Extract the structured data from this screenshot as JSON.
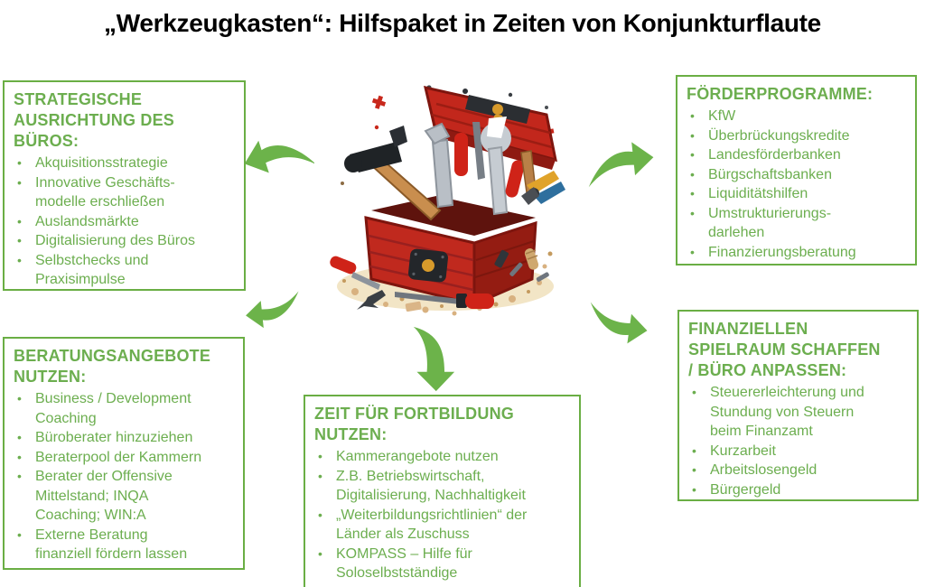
{
  "title": "„Werkzeugkasten“: Hilfspaket in Zeiten von Konjunkturflaute",
  "colors": {
    "green_text": "#6cae4f",
    "green_border": "#6aae44",
    "green_arrow": "#6cb34a",
    "title_color": "#000000"
  },
  "center_image": {
    "name": "toolbox-illustration",
    "description": "Red open toolbox filled with tools (hammer, wrenches, screwdrivers, pliers) on wood shavings"
  },
  "boxes": {
    "strategie": {
      "title": "STRATEGISCHE\nAUSRICHTUNG DES\nBÜROS:",
      "items": [
        "Akquisitionsstrategie",
        "Innovative Geschäfts-\nmodelle erschließen",
        "Auslandsmärkte",
        "Digitalisierung des Büros",
        "Selbstchecks und\nPraxisimpulse"
      ]
    },
    "foerderprogramme": {
      "title": "FÖRDERPROGRAMME:",
      "items": [
        "KfW",
        "Überbrückungskredite",
        "Landesförderbanken",
        "Bürgschaftsbanken",
        "Liquiditätshilfen",
        "Umstrukturierungs-\ndarlehen",
        "Finanzierungsberatung"
      ]
    },
    "beratung": {
      "title": "BERATUNGSANGEBOTE\nNUTZEN:",
      "items": [
        "Business / Development\nCoaching",
        "Büroberater hinzuziehen",
        "Beraterpool der Kammern",
        "Berater der Offensive\nMittelstand; INQA\nCoaching; WIN:A",
        "Externe Beratung\nfinanziell fördern lassen"
      ]
    },
    "fortbildung": {
      "title": "ZEIT FÜR FORTBILDUNG\nNUTZEN:",
      "items": [
        "Kammerangebote nutzen",
        "Z.B. Betriebswirtschaft,\nDigitalisierung, Nachhaltigkeit",
        "„Weiterbildungsrichtlinien“ der\nLänder als Zuschuss",
        "KOMPASS – Hilfe für\nSoloselbstständige"
      ]
    },
    "finanzen": {
      "title": "FINANZIELLEN\nSPIELRAUM SCHAFFEN\n/ BÜRO ANPASSEN:",
      "items": [
        "Steuererleichterung und\nStundung von Steuern\nbeim Finanzamt",
        "Kurzarbeit",
        "Arbeitslosengeld",
        "Bürgergeld"
      ]
    }
  }
}
